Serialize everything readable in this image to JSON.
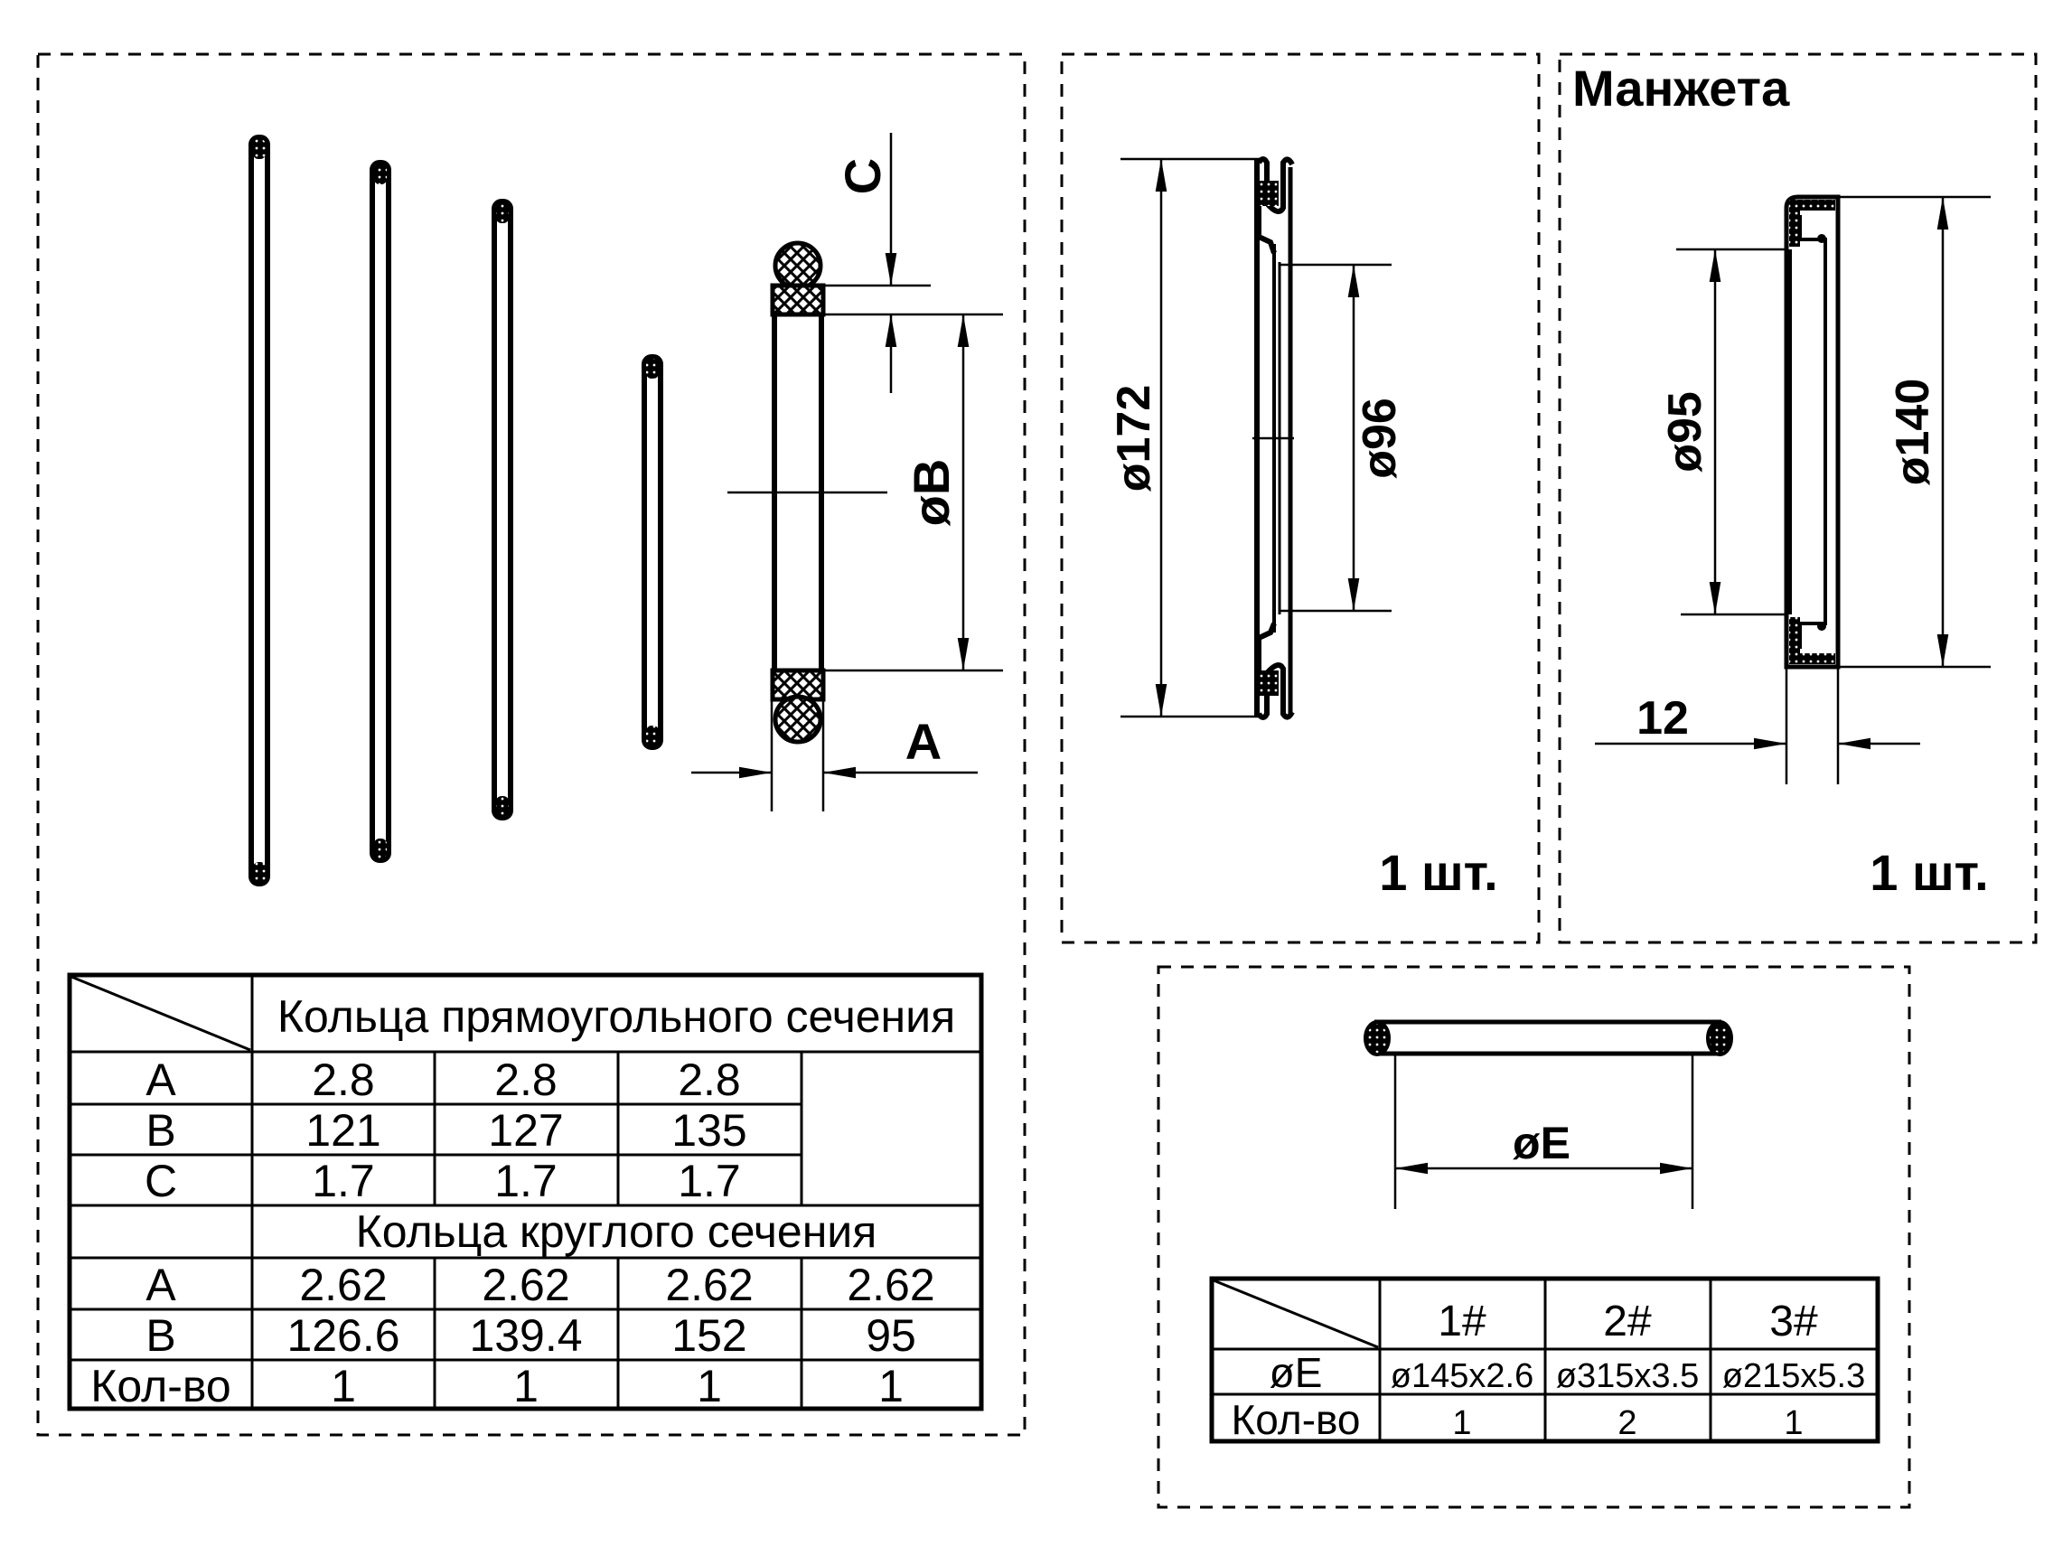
{
  "document": {
    "colors": {
      "ink": "#000000",
      "paper": "#ffffff"
    }
  },
  "left_panel": {
    "ring_profiles_count": 4,
    "section_dims": {
      "c": "C",
      "b": "øB",
      "a": "A"
    },
    "table": {
      "rect_header": "Кольца прямоугольного сечения",
      "round_header": "Кольца круглого сечения",
      "rect_rows": [
        {
          "label": "A",
          "values": [
            "2.8",
            "2.8",
            "2.8"
          ]
        },
        {
          "label": "B",
          "values": [
            "121",
            "127",
            "135"
          ]
        },
        {
          "label": "C",
          "values": [
            "1.7",
            "1.7",
            "1.7"
          ]
        }
      ],
      "round_rows": [
        {
          "label": "A",
          "values": [
            "2.62",
            "2.62",
            "2.62",
            "2.62"
          ]
        },
        {
          "label": "B",
          "values": [
            "126.6",
            "139.4",
            "152",
            "95"
          ]
        },
        {
          "label": "Кол-во",
          "values": [
            "1",
            "1",
            "1",
            "1"
          ]
        }
      ]
    }
  },
  "middle_panel": {
    "outer_dim": "ø172",
    "inner_dim": "ø96",
    "quantity": "1 шт."
  },
  "right_panel": {
    "title": "Манжета",
    "inner_dim": "ø95",
    "outer_dim": "ø140",
    "width_dim": "12",
    "quantity": "1 шт."
  },
  "oring_panel": {
    "dim_label": "øE",
    "table": {
      "columns": [
        "1#",
        "2#",
        "3#"
      ],
      "rows": [
        {
          "label": "øE",
          "values": [
            "ø145x2.6",
            "ø315x3.5",
            "ø215x5.3"
          ]
        },
        {
          "label": "Кол-во",
          "values": [
            "1",
            "2",
            "1"
          ]
        }
      ]
    }
  }
}
